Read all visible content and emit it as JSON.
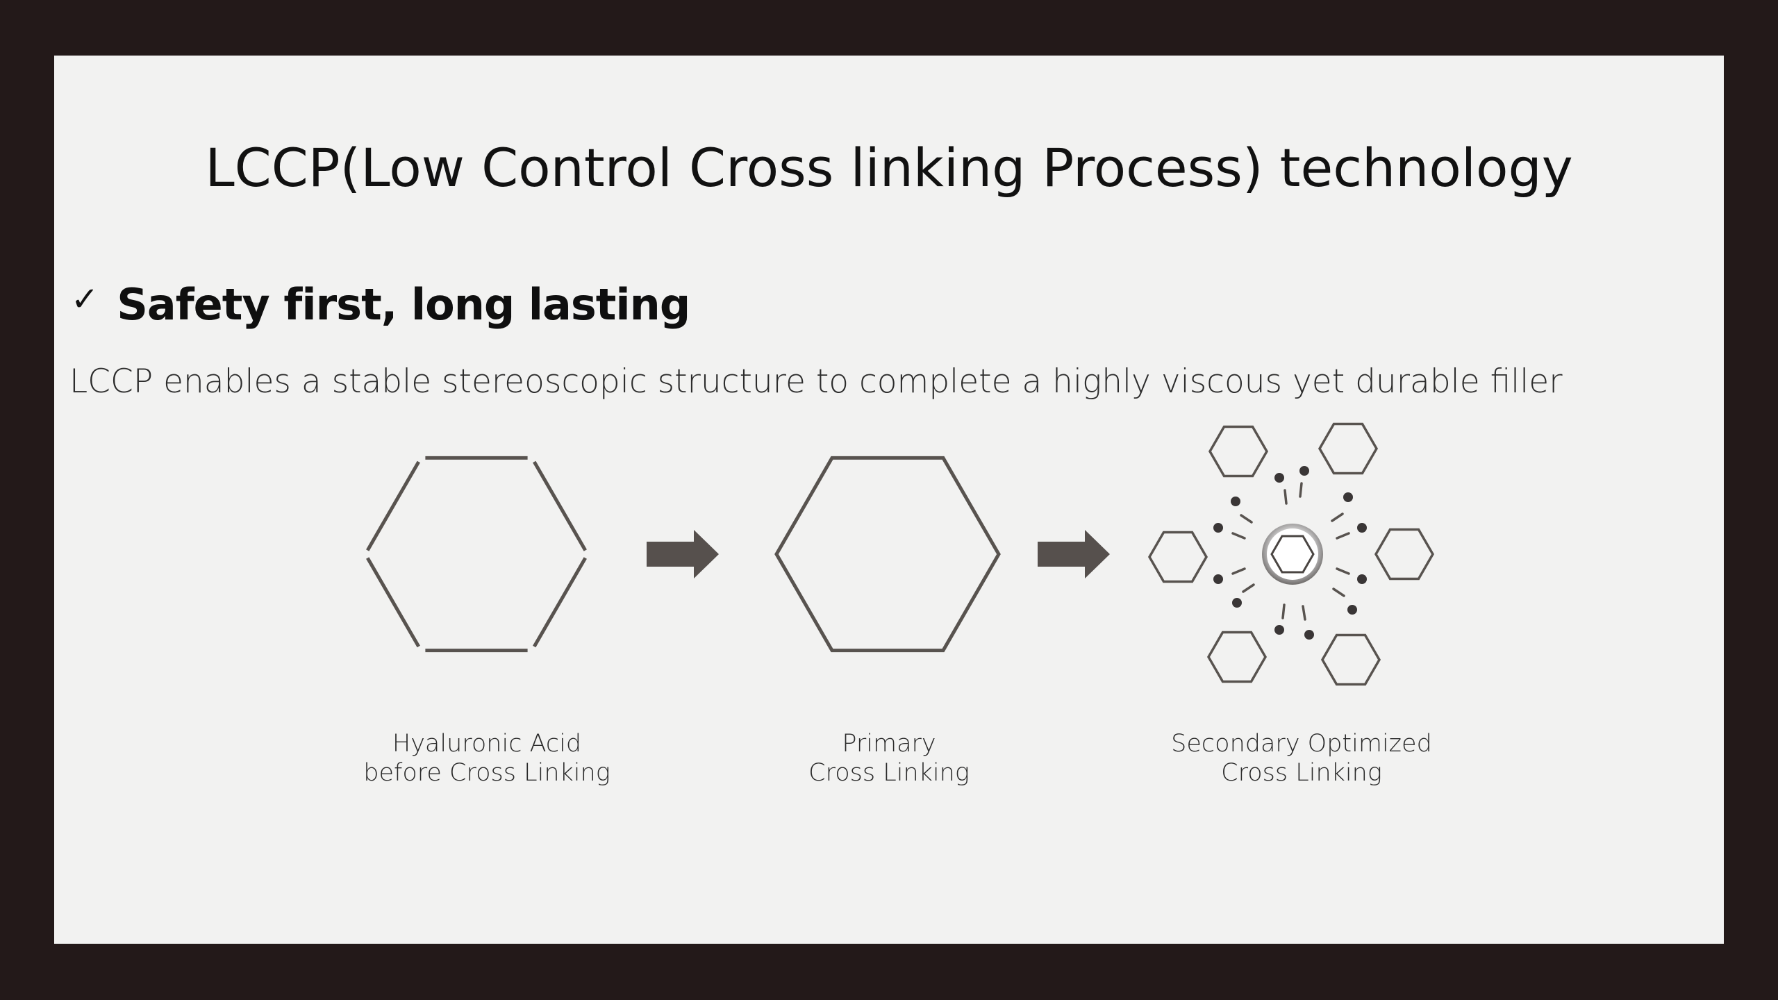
{
  "slide": {
    "title": "LCCP(Low Control Cross linking Process) technology",
    "subheading": {
      "icon": "checkmark-icon",
      "check_glyph": "✓",
      "text": "Safety first, long lasting"
    },
    "description": "LCCP enables a stable stereoscopic structure to complete a highly viscous yet durable filler"
  },
  "diagram": {
    "stages": [
      {
        "icon": "open-hexagon-icon",
        "caption_line1": "Hyaluronic Acid",
        "caption_line2": "before Cross Linking"
      },
      {
        "icon": "closed-hexagon-icon",
        "caption_line1": "Primary",
        "caption_line2": "Cross Linking"
      },
      {
        "icon": "crosslinked-network-icon",
        "caption_line1": "Secondary Optimized",
        "caption_line2": "Cross Linking"
      }
    ],
    "arrows": [
      "right-arrow-icon",
      "right-arrow-icon"
    ],
    "colors": {
      "stroke": "#58534f",
      "arrow": "#56504d",
      "dots": "#3a3636"
    }
  }
}
